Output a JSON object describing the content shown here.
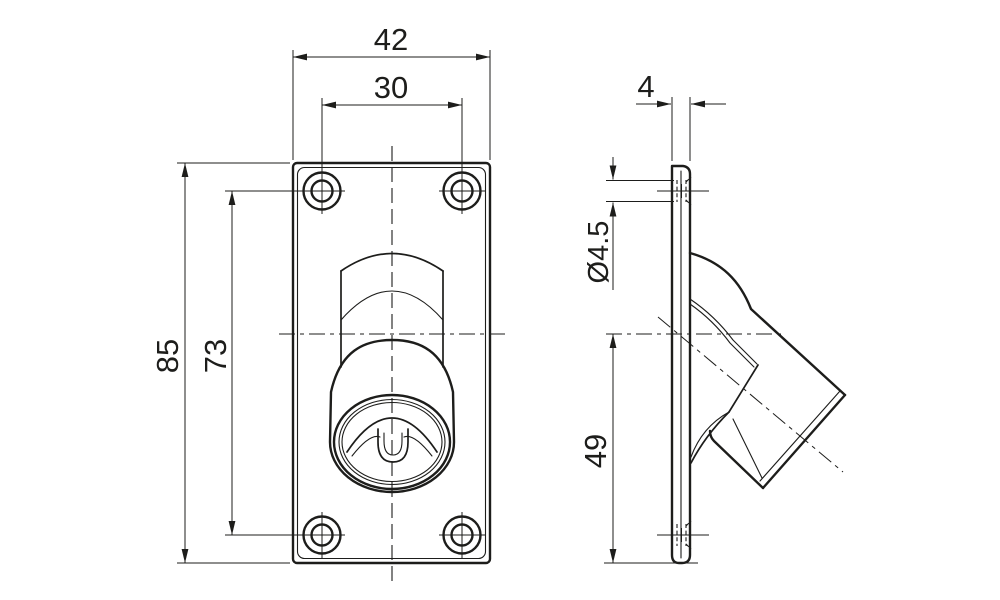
{
  "drawing": {
    "background": "#ffffff",
    "line_color": "#1d1d1b",
    "dims": {
      "front_width": "42",
      "hole_spacing_horizontal": "30",
      "front_height": "85",
      "hole_spacing_vertical": "73",
      "plate_thickness": "4",
      "hole_diameter": "Ø4.5",
      "center_to_bottom": "49"
    }
  }
}
